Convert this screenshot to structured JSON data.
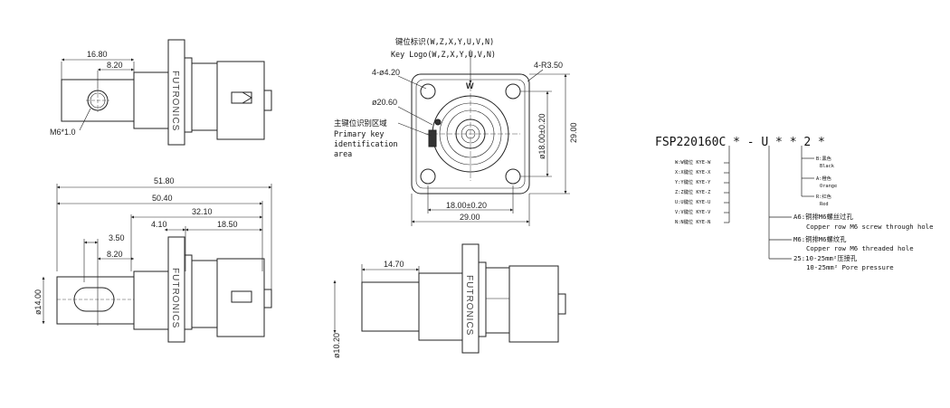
{
  "colors": {
    "line": "#222222",
    "bg": "#ffffff"
  },
  "view_top_left": {
    "dim_outer": "16.80",
    "dim_inner": "8.20",
    "thread": "M6*1.0",
    "brand_text": "FUTRONICS"
  },
  "view_bottom_left": {
    "dim_total": "51.80",
    "dim_mid": "50.40",
    "dim_right": "32.10",
    "dim_a": "4.10",
    "dim_b": "18.50",
    "dim_c": "3.50",
    "dim_d": "8.20",
    "dim_dia": "ø14.00",
    "brand_text": "FUTRONICS"
  },
  "view_front": {
    "key_logo_cn": "键位标识(W,Z,X,Y,U,V,N)",
    "key_logo_en": "Key Logo(W,Z,X,Y,U,V,N)",
    "key_letter": "W",
    "hole_dim": "4-ø4.20",
    "radius_dim": "4-R3.50",
    "bore_dim": "ø20.60",
    "primary_cn": "主键位识别区域",
    "primary_en": [
      "Primary key",
      "identification",
      "area"
    ],
    "pitch_v": "ø18.00±0.20",
    "pitch_h": "18.00±0.20",
    "size_h": "29.00",
    "size_v": "29.00"
  },
  "view_bottom_mid": {
    "dim_len": "14.70",
    "dim_dia": "ø10.20",
    "brand_text": "FUTRONICS"
  },
  "part_code": {
    "code": "FSP220160C * - U * * 2 *",
    "key_options": [
      "W:W键位 KYE-W",
      "X:X键位 KYE-X",
      "Y:Y键位 KYE-Y",
      "Z:Z键位 KYE-Z",
      "U:U键位 KYE-U",
      "V:V键位 KYE-V",
      "N:N键位 KYE-N"
    ],
    "colors": [
      {
        "cn": "B:黑色",
        "en": "Black"
      },
      {
        "cn": "A:橙色",
        "en": "Orange"
      },
      {
        "cn": "R:红色",
        "en": "Red"
      }
    ],
    "terminals": [
      {
        "cn": "A6:铜排M6螺丝过孔",
        "en": "Copper row M6 screw through hole"
      },
      {
        "cn": "M6:铜排M6螺纹孔",
        "en": "Copper row M6 threaded hole"
      },
      {
        "cn": "25:10-25mm²压接孔",
        "en": "10-25mm² Pore pressure"
      }
    ]
  }
}
